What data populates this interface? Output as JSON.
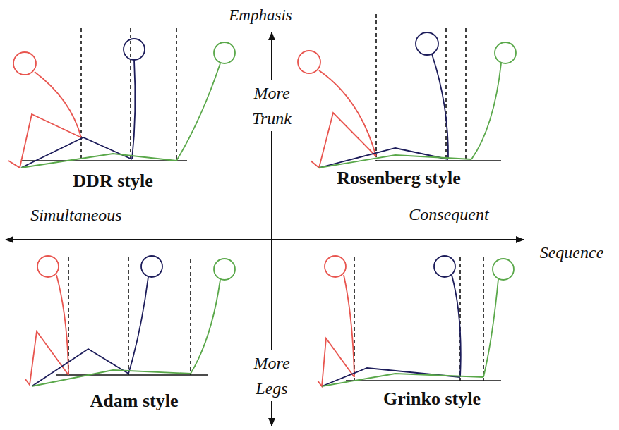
{
  "diagram": {
    "labels": [
      "Emphasis",
      "More Trunk",
      "Simultaneous",
      "Consequent",
      "Sequence",
      "DDR style",
      "Rosenberg style",
      "More Legs",
      "Adam style",
      "Grinko style"
    ]
  }
}
